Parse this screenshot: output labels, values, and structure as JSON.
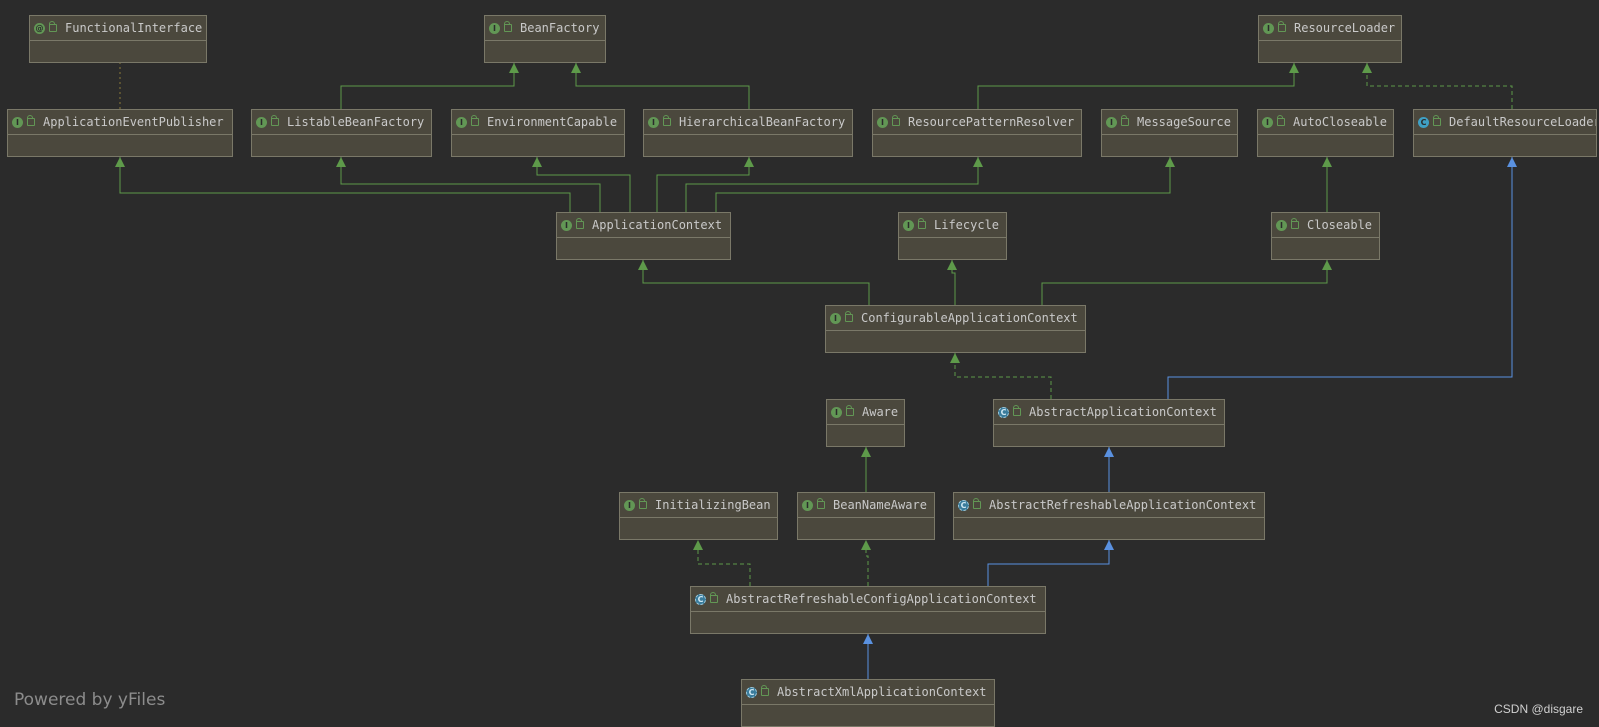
{
  "diagram": {
    "nodes": [
      {
        "id": "FunctionalInterface",
        "label": "FunctionalInterface",
        "kind": "annotation"
      },
      {
        "id": "BeanFactory",
        "label": "BeanFactory",
        "kind": "interface"
      },
      {
        "id": "ResourceLoader",
        "label": "ResourceLoader",
        "kind": "interface"
      },
      {
        "id": "ApplicationEventPublisher",
        "label": "ApplicationEventPublisher",
        "kind": "interface"
      },
      {
        "id": "ListableBeanFactory",
        "label": "ListableBeanFactory",
        "kind": "interface"
      },
      {
        "id": "EnvironmentCapable",
        "label": "EnvironmentCapable",
        "kind": "interface"
      },
      {
        "id": "HierarchicalBeanFactory",
        "label": "HierarchicalBeanFactory",
        "kind": "interface"
      },
      {
        "id": "ResourcePatternResolver",
        "label": "ResourcePatternResolver",
        "kind": "interface"
      },
      {
        "id": "MessageSource",
        "label": "MessageSource",
        "kind": "interface"
      },
      {
        "id": "AutoCloseable",
        "label": "AutoCloseable",
        "kind": "interface"
      },
      {
        "id": "DefaultResourceLoader",
        "label": "DefaultResourceLoader",
        "kind": "class"
      },
      {
        "id": "ApplicationContext",
        "label": "ApplicationContext",
        "kind": "interface"
      },
      {
        "id": "Lifecycle",
        "label": "Lifecycle",
        "kind": "interface"
      },
      {
        "id": "Closeable",
        "label": "Closeable",
        "kind": "interface"
      },
      {
        "id": "ConfigurableApplicationContext",
        "label": "ConfigurableApplicationContext",
        "kind": "interface"
      },
      {
        "id": "Aware",
        "label": "Aware",
        "kind": "interface"
      },
      {
        "id": "AbstractApplicationContext",
        "label": "AbstractApplicationContext",
        "kind": "abstract"
      },
      {
        "id": "InitializingBean",
        "label": "InitializingBean",
        "kind": "interface"
      },
      {
        "id": "BeanNameAware",
        "label": "BeanNameAware",
        "kind": "interface"
      },
      {
        "id": "AbstractRefreshableApplicationContext",
        "label": "AbstractRefreshableApplicationContext",
        "kind": "abstract"
      },
      {
        "id": "AbstractRefreshableConfigApplicationContext",
        "label": "AbstractRefreshableConfigApplicationContext",
        "kind": "abstract"
      },
      {
        "id": "AbstractXmlApplicationContext",
        "label": "AbstractXmlApplicationContext",
        "kind": "abstract"
      }
    ],
    "edges": [
      {
        "from": "ApplicationEventPublisher",
        "to": "FunctionalInterface",
        "type": "annotation"
      },
      {
        "from": "ListableBeanFactory",
        "to": "BeanFactory",
        "type": "extends"
      },
      {
        "from": "HierarchicalBeanFactory",
        "to": "BeanFactory",
        "type": "extends"
      },
      {
        "from": "ResourcePatternResolver",
        "to": "ResourceLoader",
        "type": "extends"
      },
      {
        "from": "DefaultResourceLoader",
        "to": "ResourceLoader",
        "type": "implements"
      },
      {
        "from": "ApplicationContext",
        "to": "ApplicationEventPublisher",
        "type": "extends"
      },
      {
        "from": "ApplicationContext",
        "to": "ListableBeanFactory",
        "type": "extends"
      },
      {
        "from": "ApplicationContext",
        "to": "EnvironmentCapable",
        "type": "extends"
      },
      {
        "from": "ApplicationContext",
        "to": "HierarchicalBeanFactory",
        "type": "extends"
      },
      {
        "from": "ApplicationContext",
        "to": "ResourcePatternResolver",
        "type": "extends"
      },
      {
        "from": "ApplicationContext",
        "to": "MessageSource",
        "type": "extends"
      },
      {
        "from": "Closeable",
        "to": "AutoCloseable",
        "type": "extends"
      },
      {
        "from": "ConfigurableApplicationContext",
        "to": "ApplicationContext",
        "type": "extends"
      },
      {
        "from": "ConfigurableApplicationContext",
        "to": "Lifecycle",
        "type": "extends"
      },
      {
        "from": "ConfigurableApplicationContext",
        "to": "Closeable",
        "type": "extends"
      },
      {
        "from": "AbstractApplicationContext",
        "to": "ConfigurableApplicationContext",
        "type": "implements"
      },
      {
        "from": "AbstractApplicationContext",
        "to": "DefaultResourceLoader",
        "type": "class-extends"
      },
      {
        "from": "BeanNameAware",
        "to": "Aware",
        "type": "extends"
      },
      {
        "from": "AbstractRefreshableApplicationContext",
        "to": "AbstractApplicationContext",
        "type": "class-extends"
      },
      {
        "from": "AbstractRefreshableConfigApplicationContext",
        "to": "InitializingBean",
        "type": "implements"
      },
      {
        "from": "AbstractRefreshableConfigApplicationContext",
        "to": "BeanNameAware",
        "type": "implements"
      },
      {
        "from": "AbstractRefreshableConfigApplicationContext",
        "to": "AbstractRefreshableApplicationContext",
        "type": "class-extends"
      },
      {
        "from": "AbstractXmlApplicationContext",
        "to": "AbstractRefreshableConfigApplicationContext",
        "type": "class-extends"
      }
    ]
  },
  "colors": {
    "background": "#2b2b2b",
    "interface_edge": "#5e9a4a",
    "class_edge": "#5a91e0",
    "annotation_edge": "#8a7a3a"
  },
  "footer": {
    "powered_by": "Powered by yFiles",
    "credit": "CSDN @disgare"
  }
}
